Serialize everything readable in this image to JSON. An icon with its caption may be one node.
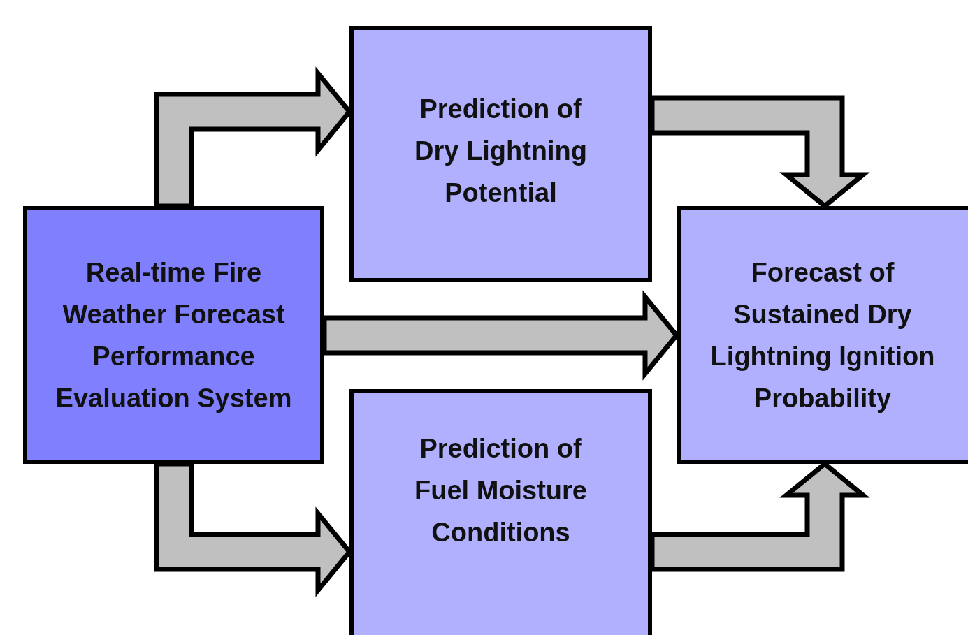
{
  "diagram": {
    "nodes": [
      {
        "text": [
          "Real-time Fire Weather Forecast Performance Evaluation System"
        ]
      },
      {
        "text": [
          "Prediction of Dry Lightning Potential"
        ]
      },
      {
        "text": [
          "Prediction of Fuel Moisture Conditions"
        ]
      },
      {
        "text": [
          "Forecast of Sustained Dry Lightning Ignition Probability"
        ]
      }
    ],
    "edges": [
      {
        "from": 0,
        "to": 1,
        "arrow": "to"
      },
      {
        "from": 0,
        "to": 3,
        "arrow": "to"
      },
      {
        "from": 0,
        "to": 2,
        "arrow": "to"
      },
      {
        "from": 1,
        "to": 3,
        "arrow": "to"
      },
      {
        "from": 2,
        "to": 3,
        "arrow": "to"
      }
    ]
  }
}
